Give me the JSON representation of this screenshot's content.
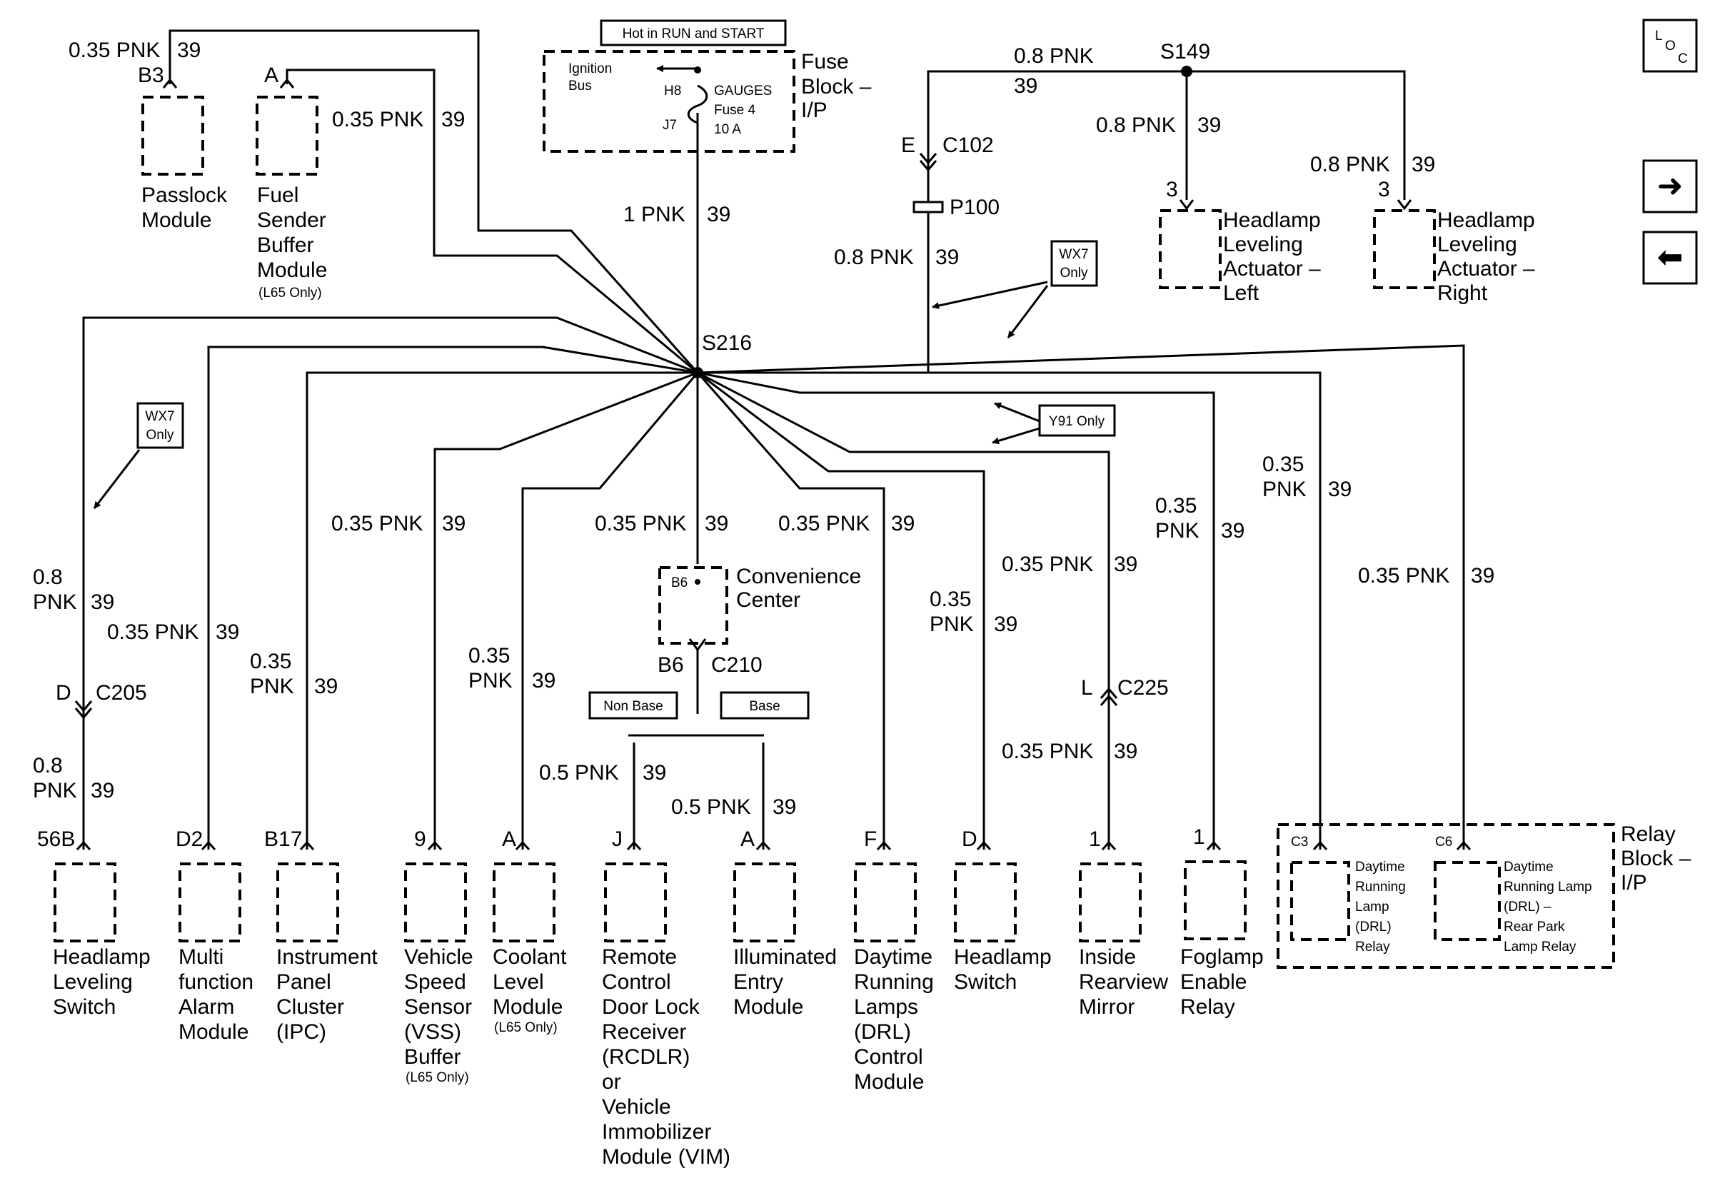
{
  "hot_note": "Hot in RUN and START",
  "fuse_block": {
    "title_l1": "Fuse",
    "title_l2": "Block –",
    "title_l3": "I/P",
    "bus_l1": "Ignition",
    "bus_l2": "Bus",
    "pin_in": "H8",
    "pin_out": "J7",
    "fuse_l1": "GAUGES",
    "fuse_l2": "Fuse 4",
    "fuse_l3": "10 A"
  },
  "nav": {
    "loc_l": "L",
    "loc_o": "O",
    "loc_c": "C",
    "next": "➜",
    "prev": "⬅"
  },
  "labels": {
    "splice_main": "S216",
    "splice_top": "S149",
    "c102": "C102",
    "c102_pin": "E",
    "p100": "P100",
    "c205": "C205",
    "c205_pin": "D",
    "c210": "C210",
    "c210_pin": "B6",
    "c225": "C225",
    "c225_pin": "L",
    "wx7_l1": "WX7",
    "wx7_l2": "Only",
    "y91": "Y91 Only",
    "non_base": "Non Base",
    "base": "Base",
    "conv_l1": "Convenience",
    "conv_l2": "Center",
    "conv_pin": "B6"
  },
  "wires": {
    "pnk035": "0.35 PNK",
    "pnk08": "0.8 PNK",
    "pnk1": "1 PNK",
    "pnk05": "0.5 PNK",
    "n035": "0.35",
    "n08": "0.8",
    "pnk": "PNK",
    "ckt": "39"
  },
  "components": {
    "passlock": {
      "pin": "B3",
      "l1": "Passlock",
      "l2": "Module"
    },
    "fuel": {
      "pin": "A",
      "l1": "Fuel",
      "l2": "Sender",
      "l3": "Buffer",
      "l4": "Module",
      "note": "(L65 Only)"
    },
    "hl_left": {
      "pin": "3",
      "l1": "Headlamp",
      "l2": "Leveling",
      "l3": "Actuator –",
      "l4": "Left"
    },
    "hl_right": {
      "pin": "3",
      "l1": "Headlamp",
      "l2": "Leveling",
      "l3": "Actuator –",
      "l4": "Right"
    },
    "hl_switch_lev": {
      "pin": "56B",
      "l1": "Headlamp",
      "l2": "Leveling",
      "l3": "Switch"
    },
    "mfa": {
      "pin": "D2",
      "l1": "Multi",
      "l2": "function",
      "l3": "Alarm",
      "l4": "Module"
    },
    "ipc": {
      "pin": "B17",
      "l1": "Instrument",
      "l2": "Panel",
      "l3": "Cluster",
      "l4": "(IPC)"
    },
    "vss": {
      "pin": "9",
      "l1": "Vehicle",
      "l2": "Speed",
      "l3": "Sensor",
      "l4": "(VSS)",
      "l5": "Buffer",
      "note": "(L65 Only)"
    },
    "coolant": {
      "pin": "A",
      "l1": "Coolant",
      "l2": "Level",
      "l3": "Module",
      "note": "(L65 Only)"
    },
    "rcdlr": {
      "pin": "J",
      "l1": "Remote",
      "l2": "Control",
      "l3": "Door Lock",
      "l4": "Receiver",
      "l5": "(RCDLR)",
      "l6": "or",
      "l7": "Vehicle",
      "l8": "Immobilizer",
      "l9": "Module (VIM)"
    },
    "entry": {
      "pin": "A",
      "l1": "Illuminated",
      "l2": "Entry",
      "l3": "Module"
    },
    "drl_ctrl": {
      "pin": "F",
      "l1": "Daytime",
      "l2": "Running",
      "l3": "Lamps",
      "l4": "(DRL)",
      "l5": "Control",
      "l6": "Module"
    },
    "hl_switch": {
      "pin": "D",
      "l1": "Headlamp",
      "l2": "Switch"
    },
    "mirror": {
      "pin": "1",
      "l1": "Inside",
      "l2": "Rearview",
      "l3": "Mirror"
    },
    "fog": {
      "pin": "1",
      "l1": "Foglamp",
      "l2": "Enable",
      "l3": "Relay"
    },
    "relay_block": {
      "l1": "Relay",
      "l2": "Block –",
      "l3": "I/P"
    },
    "drl_relay": {
      "pin": "C3",
      "l1": "Daytime",
      "l2": "Running",
      "l3": "Lamp",
      "l4": "(DRL)",
      "l5": "Relay"
    },
    "drl_park": {
      "pin": "C6",
      "l1": "Daytime",
      "l2": "Running Lamp",
      "l3": "(DRL) –",
      "l4": "Rear Park",
      "l5": "Lamp Relay"
    }
  }
}
